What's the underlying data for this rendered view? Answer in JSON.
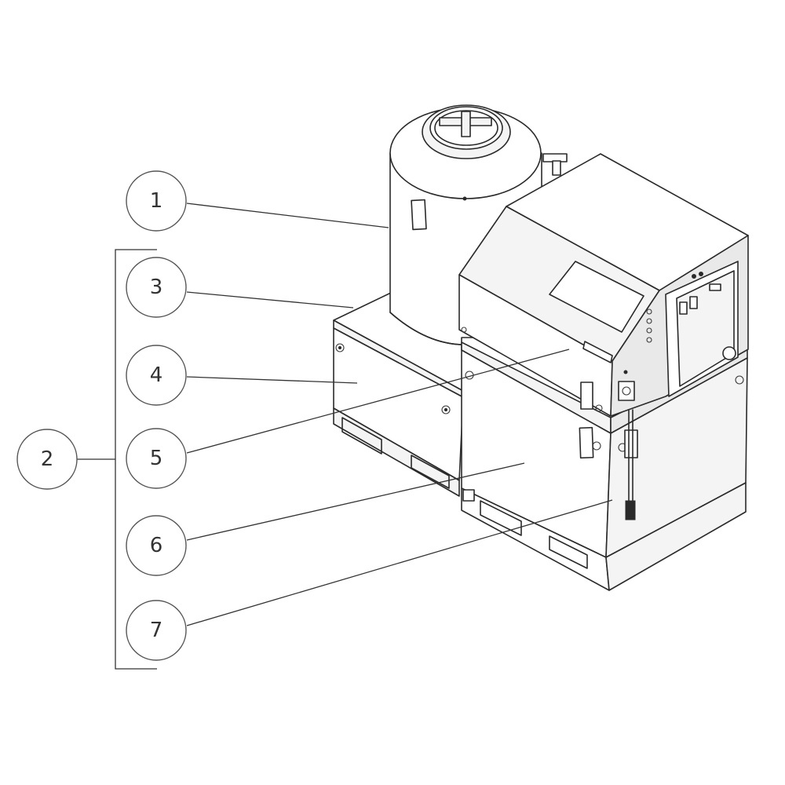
{
  "callouts": [
    {
      "id": "c1",
      "label": "1"
    },
    {
      "id": "c2",
      "label": "2"
    },
    {
      "id": "c3",
      "label": "3"
    },
    {
      "id": "c4",
      "label": "4"
    },
    {
      "id": "c5",
      "label": "5"
    },
    {
      "id": "c6",
      "label": "6"
    },
    {
      "id": "c7",
      "label": "7"
    }
  ],
  "colors": {
    "ink": "#2a2a2a",
    "background": "#ffffff"
  }
}
